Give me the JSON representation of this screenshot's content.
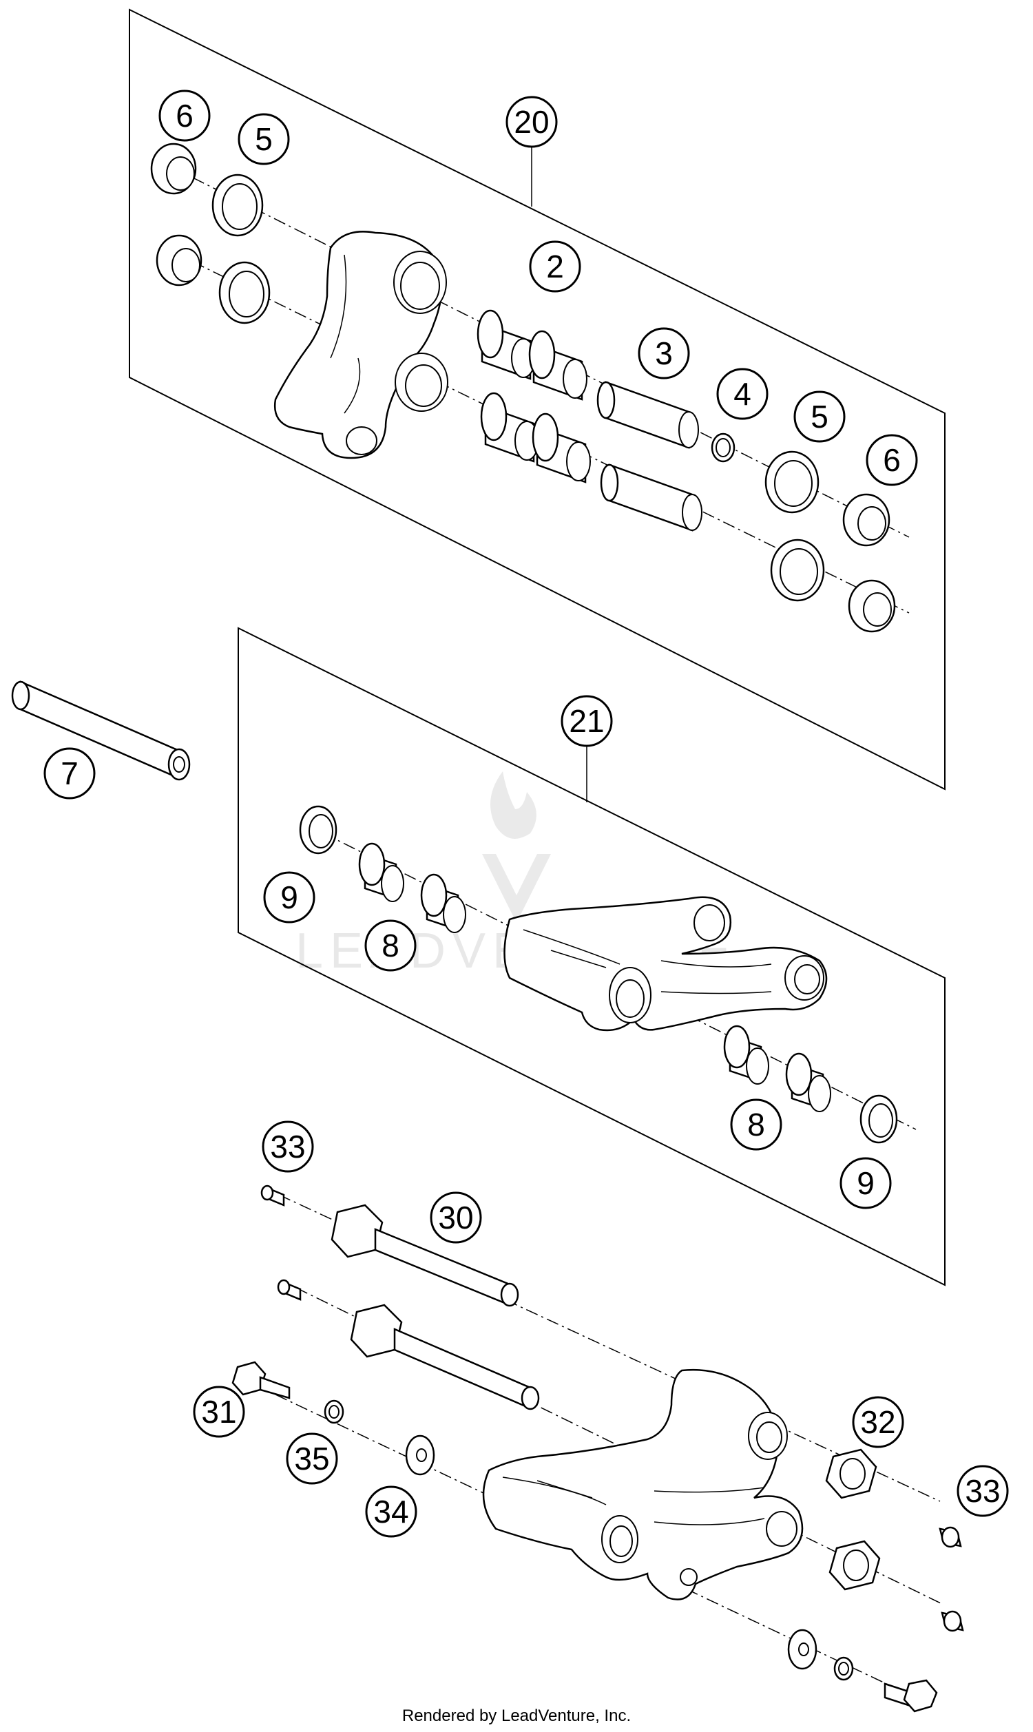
{
  "diagram": {
    "callouts": {
      "c6a": "6",
      "c5a": "5",
      "c20": "20",
      "c2": "2",
      "c3": "3",
      "c4": "4",
      "c5b": "5",
      "c6b": "6",
      "c7": "7",
      "c21": "21",
      "c9a": "9",
      "c8a": "8",
      "c8b": "8",
      "c9b": "9",
      "c33a": "33",
      "c30": "30",
      "c32": "32",
      "c31": "31",
      "c35": "35",
      "c34": "34",
      "c33b": "33"
    },
    "watermark": "LEADVENTURE"
  },
  "footer": {
    "credit": "Rendered by LeadVenture, Inc."
  }
}
